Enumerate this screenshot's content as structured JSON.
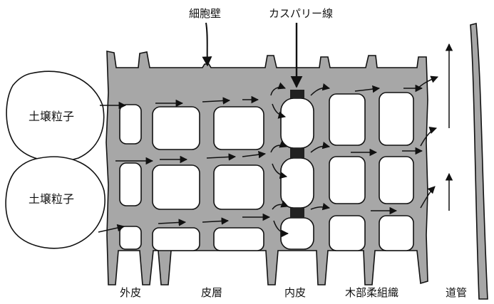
{
  "diagram": {
    "labels": {
      "cell_wall": "細胞壁",
      "casparian_strip": "カスパリー線",
      "soil_particle_top": "土壌粒子",
      "soil_particle_bottom": "土壌粒子"
    },
    "tissues": {
      "epidermis": "外皮",
      "cortex": "皮層",
      "endodermis": "内皮",
      "xylem_parenchyma": "木部柔組織",
      "vessel": "道管"
    },
    "colors": {
      "wall_fill": "#a7a7a7",
      "outline": "#111111",
      "cell_fill": "#ffffff",
      "casparian_strip": "#222222"
    }
  }
}
